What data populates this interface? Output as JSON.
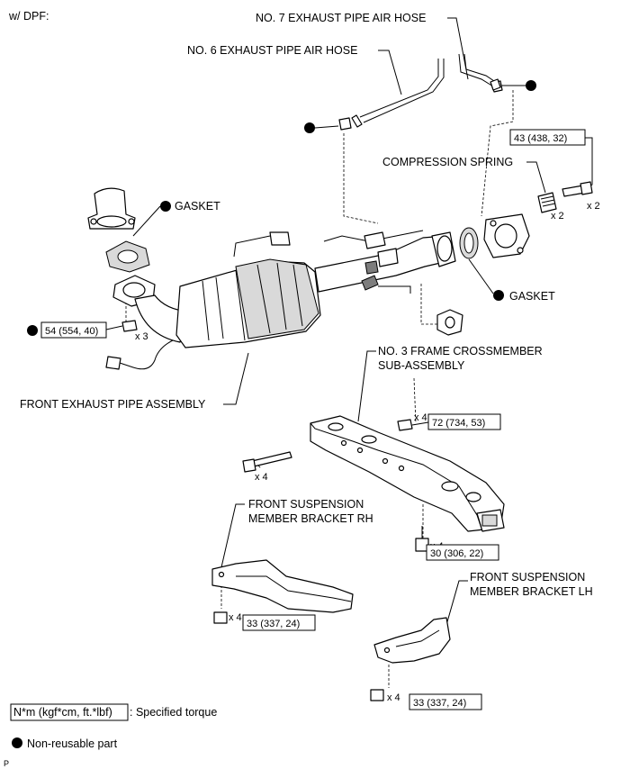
{
  "header": {
    "variant_label": "w/ DPF:"
  },
  "parts": {
    "no7_hose": "NO. 7 EXHAUST PIPE AIR HOSE",
    "no6_hose": "NO. 6 EXHAUST PIPE AIR HOSE",
    "compression_spring": "COMPRESSION SPRING",
    "gasket_upper": "GASKET",
    "gasket_rear": "GASKET",
    "front_exhaust_pipe": "FRONT EXHAUST PIPE ASSEMBLY",
    "crossmember_line1": "NO. 3 FRAME CROSSMEMBER",
    "crossmember_line2": "SUB-ASSEMBLY",
    "bracket_rh_line1": "FRONT SUSPENSION",
    "bracket_rh_line2": "MEMBER BRACKET RH",
    "bracket_lh_line1": "FRONT SUSPENSION",
    "bracket_lh_line2": "MEMBER BRACKET LH"
  },
  "torques": {
    "t_43": "43 (438, 32)",
    "t_54": "54 (554, 40)",
    "t_72": "72 (734, 53)",
    "t_30": "30 (306, 22)",
    "t_33_rh": "33 (337, 24)",
    "t_33_lh": "33 (337, 24)"
  },
  "quantities": {
    "q_spring": "x 2",
    "q_bolt_43": "x 2",
    "q_nut_54": "x 3",
    "q_nut_72": "x 4",
    "q_bolt_long": "x 4",
    "q_bolt_30": "x 4",
    "q_bolt_33_rh": "x 4",
    "q_bolt_33_lh": "x 4"
  },
  "legend": {
    "torque_unit": "N*m (kgf*cm, ft.*lbf)",
    "torque_desc": ": Specified torque",
    "nonreusable": "Non-reusable part"
  },
  "footer": {
    "code": "P"
  }
}
